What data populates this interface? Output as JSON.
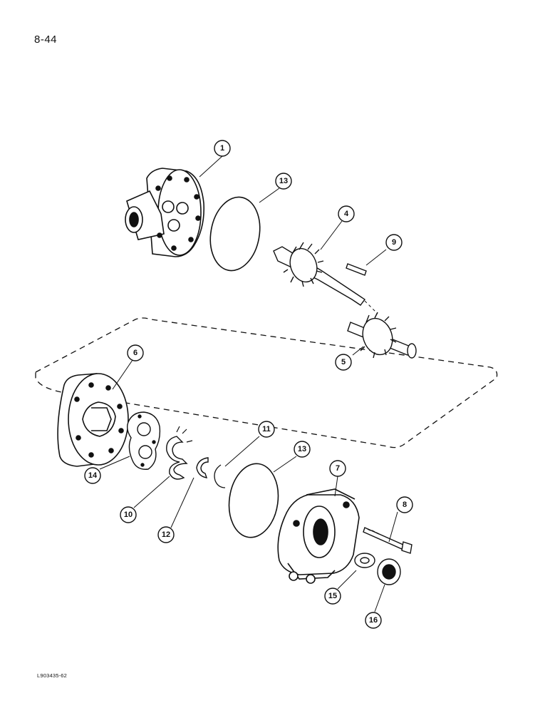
{
  "page": {
    "number": "8-44",
    "figure_ref": "L903435-62"
  },
  "callouts": [
    "1",
    "13",
    "4",
    "9",
    "5",
    "6",
    "11",
    "13",
    "7",
    "8",
    "14",
    "10",
    "12",
    "15",
    "16"
  ],
  "colors": {
    "ink": "#111111",
    "paper": "#ffffff"
  }
}
